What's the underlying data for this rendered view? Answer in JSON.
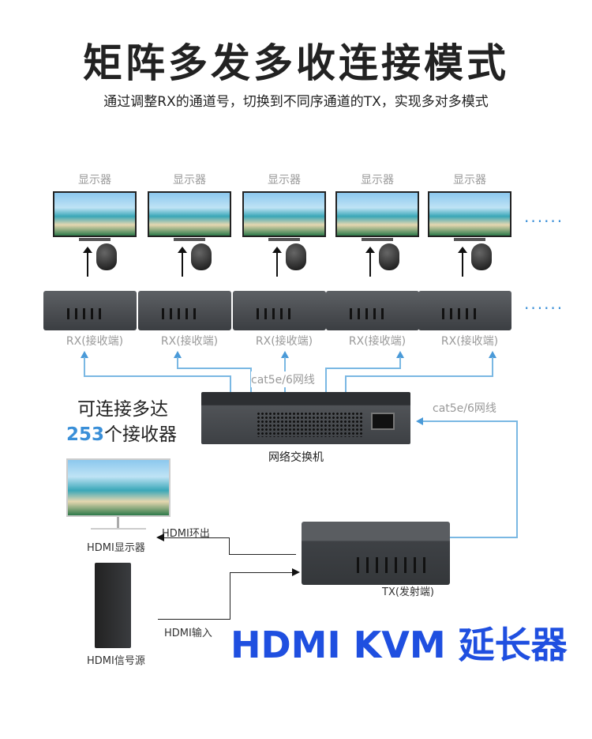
{
  "header": {
    "title": "矩阵多发多收连接模式",
    "subtitle": "通过调整RX的通道号，切换到不同序通道的TX，实现多对多模式"
  },
  "receivers": [
    {
      "display_label": "显示器",
      "rx_label": "RX(接收端)"
    },
    {
      "display_label": "显示器",
      "rx_label": "RX(接收端)"
    },
    {
      "display_label": "显示器",
      "rx_label": "RX(接收端)"
    },
    {
      "display_label": "显示器",
      "rx_label": "RX(接收端)"
    },
    {
      "display_label": "显示器",
      "rx_label": "RX(接收端)"
    }
  ],
  "more_dots": "......",
  "cable_label_top": "cat5e/6网线",
  "cable_label_right": "cat5e/6网线",
  "capacity": {
    "line1": "可连接多达",
    "count": "253",
    "line2": "个接收器"
  },
  "switch_label": "网络交换机",
  "hdmi_out": "HDMI环出",
  "hdmi_display": "HDMI显示器",
  "hdmi_in": "HDMI输入",
  "hdmi_source": "HDMI信号源",
  "tx_label": "TX(发射端)",
  "brand": "HDMI KVM 延长器",
  "colors": {
    "accent": "#1f4fe0",
    "cable": "#7ab8e3",
    "count": "#3a8fd8"
  }
}
